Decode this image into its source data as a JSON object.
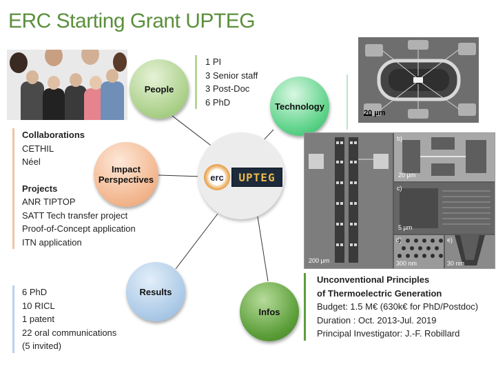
{
  "title": "ERC Starting Grant UPTEG",
  "nodes": {
    "people": "People",
    "technology": "Technology",
    "impact": "Impact Perspectives",
    "results": "Results",
    "infos": "Infos"
  },
  "logo": {
    "erc": "erc",
    "upteg": "UPTEG"
  },
  "people_block": [
    "1 PI",
    "3 Senior staff",
    "3 Post-Doc",
    "6 PhD"
  ],
  "impact_block": {
    "collab_head": "Collaborations",
    "collab_items": [
      "CETHIL",
      "Néel"
    ],
    "projects_head": "Projects",
    "project_items": [
      "ANR TIPTOP",
      "SATT Tech transfer project",
      "Proof-of-Concept application",
      "ITN application"
    ]
  },
  "results_block": [
    "6 PhD",
    "10 RICL",
    "1 patent",
    "22 oral communications",
    "(5 invited)"
  ],
  "infos_block": {
    "head1": "Unconventional Principles",
    "head2": "of Thermoelectric Generation",
    "budget": "Budget: 1.5 M€ (630k€ for PhD/Postdoc)",
    "duration": "Duration : Oct. 2013-Jul. 2019",
    "pi": "Principal Investigator: J.-F. Robillard"
  },
  "images": {
    "sem1_scale": "20 µm",
    "sem2_scale_main": "200 µm",
    "sem2_panel_b": "b)",
    "sem2_scale_b": "20 µm",
    "sem2_panel_c": "c)",
    "sem2_scale_c": "5 µm",
    "sem2_panel_d": "d)",
    "sem2_scale_d": "300 nm",
    "sem2_panel_e": "e)",
    "sem2_scale_e": "30 nm"
  }
}
